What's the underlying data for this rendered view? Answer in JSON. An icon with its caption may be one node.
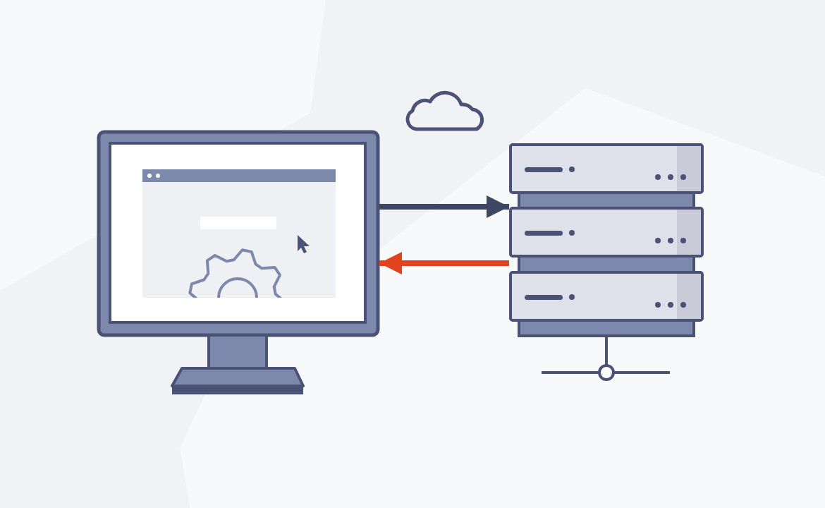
{
  "diagram": {
    "nodes": [
      {
        "text": [],
        "shape": "monitor"
      },
      {
        "text": [],
        "shape": "server"
      }
    ],
    "edges": [
      {
        "from": 0,
        "to": 1,
        "arrow": "to"
      },
      {
        "from": 1,
        "to": 0,
        "arrow": "to",
        "color": "#e2431e"
      }
    ]
  }
}
